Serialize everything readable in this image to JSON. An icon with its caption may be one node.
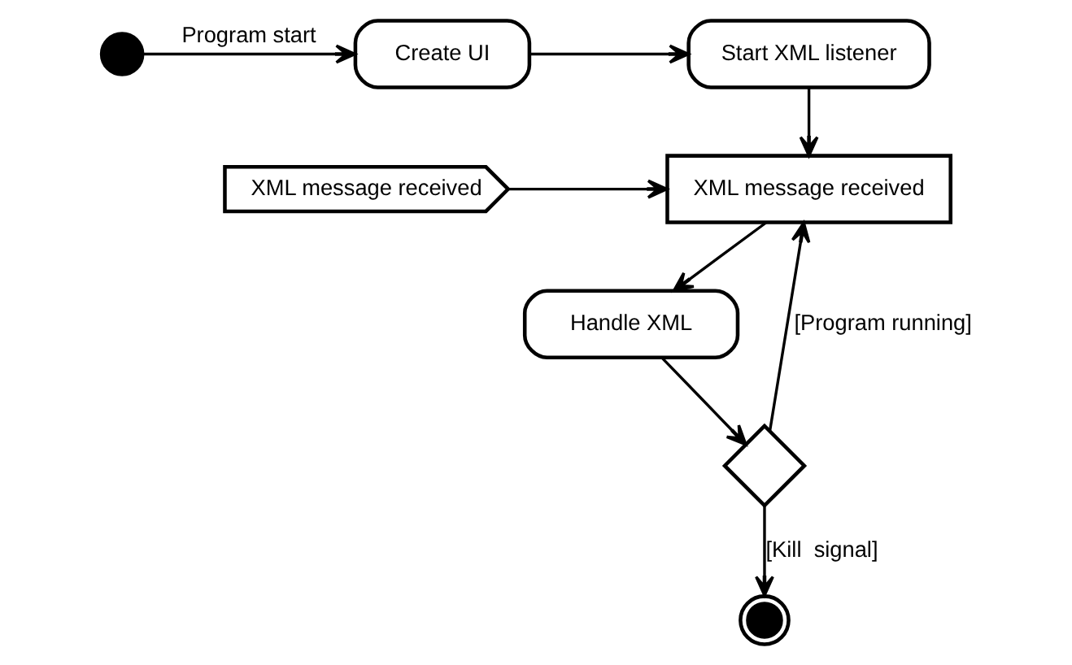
{
  "diagram": {
    "nodes": [
      {
        "text": [],
        "shape": "circle"
      },
      {
        "text": [
          "Create UI"
        ]
      },
      {
        "text": [
          "Start XML listener"
        ]
      },
      {
        "text": [
          "XML message received"
        ]
      },
      {
        "text": [
          "XML message received"
        ]
      },
      {
        "text": [
          "Handle XML"
        ]
      },
      {
        "text": [],
        "shape": "diamond"
      },
      {
        "text": [],
        "shape": "circle"
      }
    ],
    "edges": [
      {
        "from": 0,
        "to": 1,
        "arrow": "to",
        "label": "Program start"
      },
      {
        "from": 1,
        "to": 2,
        "arrow": "to"
      },
      {
        "from": 2,
        "to": 4,
        "arrow": "to"
      },
      {
        "from": 3,
        "to": 4,
        "arrow": "to"
      },
      {
        "from": 4,
        "to": 5,
        "arrow": "to"
      },
      {
        "from": 5,
        "to": 6,
        "arrow": "to"
      },
      {
        "from": 6,
        "to": 7,
        "arrow": "to",
        "label": "[Kill  signal]"
      },
      {
        "from": 6,
        "to": 4,
        "arrow": "to",
        "label": "[Program running]"
      }
    ]
  }
}
